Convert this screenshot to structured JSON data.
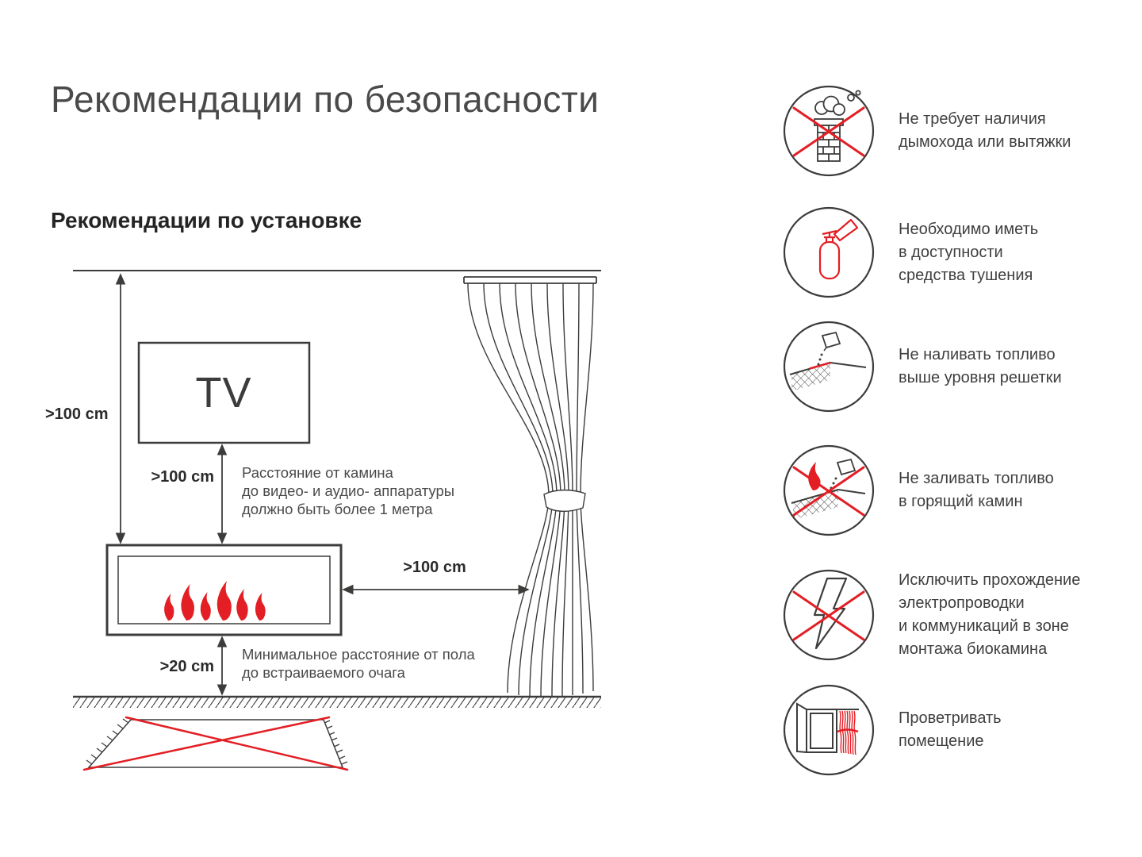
{
  "colors": {
    "red": "#e31e24",
    "ink": "#3c3c3b",
    "text": "#4a4a4a"
  },
  "header": {
    "title": "Рекомендации по безопасности"
  },
  "install": {
    "subtitle": "Рекомендации по установке",
    "tv_label": "TV",
    "dims": {
      "wall_to_fireplace": ">100 cm",
      "tv_to_fireplace": ">100 cm",
      "fireplace_to_curtain": ">100 cm",
      "floor_to_fireplace": ">20 cm"
    },
    "notes": {
      "tv": [
        "Расстояние от камина",
        "до видео- и аудио- аппаратуры",
        "должно быть более 1 метра"
      ],
      "floor": [
        "Минимальное расстояние от пола",
        "до встраиваемого очага"
      ]
    }
  },
  "safety": {
    "items": [
      {
        "icon": "no-chimney-icon",
        "lines": [
          "Не требует наличия",
          "дымохода или вытяжки"
        ]
      },
      {
        "icon": "fire-extinguisher-icon",
        "lines": [
          "Необходимо иметь",
          "в доступности",
          "средства тушения"
        ]
      },
      {
        "icon": "fuel-level-icon",
        "lines": [
          "Не наливать топливо",
          "выше уровня решетки"
        ]
      },
      {
        "icon": "no-refill-burning-icon",
        "lines": [
          "Не заливать топливо",
          "в горящий камин"
        ]
      },
      {
        "icon": "no-wiring-icon",
        "lines": [
          "Исключить прохождение",
          "электропроводки",
          "и коммуникаций в зоне",
          "монтажа биокамина"
        ]
      },
      {
        "icon": "ventilate-icon",
        "lines": [
          "Проветривать",
          "помещение"
        ]
      }
    ]
  }
}
